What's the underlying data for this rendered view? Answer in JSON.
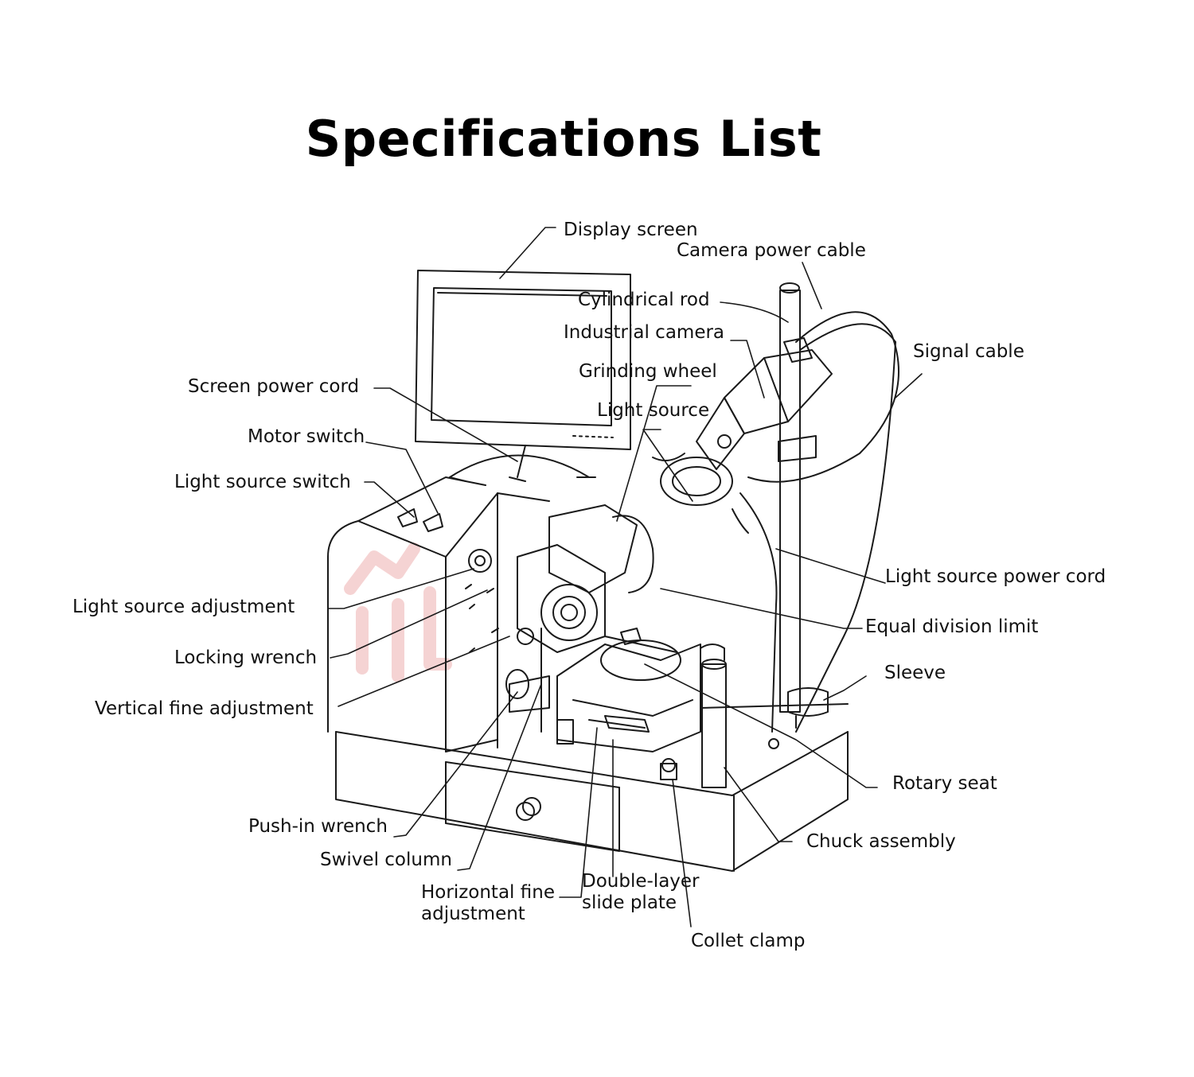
{
  "title": "Specifications List",
  "labels": {
    "display_screen": "Display screen",
    "camera_power_cable": "Camera power cable",
    "cylindrical_rod": "Cylindrical rod",
    "industrial_camera": "Industrial camera",
    "signal_cable": "Signal cable",
    "grinding_wheel": "Grinding wheel",
    "light_source": "Light source",
    "screen_power_cord": "Screen power cord",
    "motor_switch": "Motor switch",
    "light_source_switch": "Light source switch",
    "light_source_power_cord": "Light source power cord",
    "light_source_adjustment": "Light source adjustment",
    "equal_division_limit": "Equal division limit",
    "locking_wrench": "Locking wrench",
    "sleeve": "Sleeve",
    "vertical_fine_adjustment": "Vertical fine adjustment",
    "rotary_seat": "Rotary seat",
    "push_in_wrench": "Push-in wrench",
    "chuck_assembly": "Chuck assembly",
    "swivel_column": "Swivel column",
    "horizontal_fine_adjustment_1": "Horizontal fine",
    "horizontal_fine_adjustment_2": "adjustment",
    "double_layer_slide_plate_1": "Double-layer",
    "double_layer_slide_plate_2": "slide plate",
    "collet_clamp": "Collet clamp"
  },
  "colors": {
    "line": "#1a1a1a",
    "text": "#111111",
    "watermark": "#f3c9c9"
  }
}
